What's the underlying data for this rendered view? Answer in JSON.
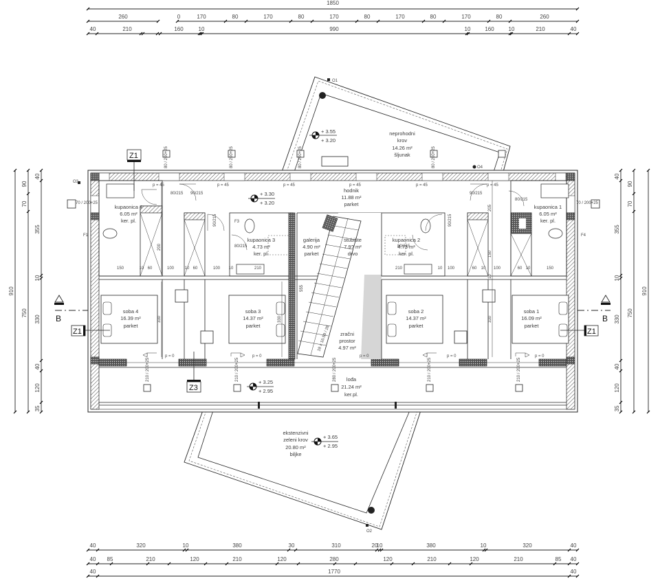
{
  "drawing": {
    "type": "architectural-floor-plan",
    "section_marker": "B",
    "wall_tags": [
      "Z1",
      "Z1",
      "Z1",
      "Z3"
    ],
    "drain_tags": [
      "O1",
      "O2",
      "O3",
      "O4"
    ],
    "window_tags": [
      "F1",
      "F3",
      "F4"
    ]
  },
  "dimensions": {
    "top": {
      "row1": [
        "1850"
      ],
      "row2": [
        "260",
        "0",
        "170",
        "80",
        "170",
        "80",
        "170",
        "80",
        "170",
        "80",
        "170",
        "80",
        "260"
      ],
      "row3": [
        "40",
        "210",
        "160",
        "10",
        "990",
        "10",
        "160",
        "10",
        "210",
        "40"
      ]
    },
    "bottom": {
      "row1": [
        "40",
        "320",
        "10",
        "380",
        "30",
        "310",
        "20",
        "10",
        "380",
        "10",
        "320",
        "40"
      ],
      "row2": [
        "40",
        "85",
        "210",
        "120",
        "210",
        "120",
        "280",
        "120",
        "210",
        "120",
        "210",
        "85",
        "40"
      ],
      "row3": [
        "40",
        "1770",
        "40"
      ]
    },
    "left": {
      "outer": [
        "910"
      ],
      "middle": [
        "90",
        "70",
        "750"
      ],
      "inner": [
        "40",
        "355",
        "10",
        "330",
        "40",
        "120",
        "35"
      ]
    },
    "right": {
      "inner": [
        "40",
        "355",
        "10",
        "330",
        "40",
        "120",
        "35"
      ],
      "middle": [
        "90",
        "70",
        "750"
      ],
      "outer": [
        "910"
      ]
    },
    "interior": {
      "left_bath_row": [
        "150",
        "10",
        "60",
        "100",
        "10",
        "60",
        "100",
        "10",
        "210"
      ],
      "right_bath_row": [
        "210",
        "10",
        "100",
        "60",
        "10",
        "100",
        "60",
        "10",
        "150"
      ],
      "vertical": [
        "200",
        "330",
        "555",
        "330",
        "205",
        "150",
        "10",
        "330"
      ],
      "doors": [
        "80/215",
        "90/215",
        "90/215",
        "80/215",
        "80/215",
        "90/215",
        "90/215",
        "80/215"
      ],
      "windows_top": [
        "80 / 200+25",
        "80 / 200+25",
        "80 / 200+25",
        "80 / 200+25"
      ],
      "windows_side": [
        "70 / 200+25",
        "70 / 200+25"
      ],
      "windows_bottom": [
        "210 / 200+25",
        "210 / 200+25",
        "280 / 200+25",
        "210 / 200+25",
        "210 / 200+25"
      ],
      "sill_labels": [
        "p = 45",
        "p = 45",
        "p = 45",
        "p = 45",
        "p = 45",
        "p = 45",
        "p = 0",
        "p = 0",
        "p = 0",
        "p = 0",
        "p = 0"
      ],
      "stair_label": "18 x 16.59 / 28"
    }
  },
  "rooms": [
    {
      "name": "kupaonica 4",
      "area": "6.05 m²",
      "floor": "ker. pl."
    },
    {
      "name": "kupaonica 3",
      "area": "4.73 m²",
      "floor": "ker. pl."
    },
    {
      "name": "hodnik",
      "area": "11.88 m²",
      "floor": "parket"
    },
    {
      "name": "galerija",
      "area": "4.90 m²",
      "floor": "parket"
    },
    {
      "name": "stubište",
      "area": "7.9? m²",
      "floor": "drvo"
    },
    {
      "name": "kupaonica 2",
      "area": "4.73 m²",
      "floor": "ker. pl."
    },
    {
      "name": "kupaonica 1",
      "area": "6.05 m²",
      "floor": "ker. pl."
    },
    {
      "name": "soba 4",
      "area": "16.39 m²",
      "floor": "parket"
    },
    {
      "name": "soba 3",
      "area": "14.37 m²",
      "floor": "parket"
    },
    {
      "name": "zračni",
      "area": "prostor",
      "floor": "4.97 m²"
    },
    {
      "name": "soba 2",
      "area": "14.37 m²",
      "floor": "parket"
    },
    {
      "name": "soba 1",
      "area": "16.09 m²",
      "floor": "parket"
    },
    {
      "name": "lođa",
      "area": "21.24 m²",
      "floor": "ker.pl."
    },
    {
      "name": "neprohodni",
      "area": "krov",
      "floor": "14.26 m²",
      "extra": "šljunak"
    },
    {
      "name": "ekstenzivni",
      "area": "zeleni krov",
      "floor": "20.80 m²",
      "extra": "biljke"
    }
  ],
  "levels": [
    {
      "top": "+ 3.55",
      "bottom": "+ 3.20"
    },
    {
      "top": "+ 3.30",
      "bottom": "+ 3.20"
    },
    {
      "top": "+ 3.25",
      "bottom": "+ 2.95"
    },
    {
      "top": "+ 3.65",
      "bottom": "+ 2.95"
    }
  ]
}
